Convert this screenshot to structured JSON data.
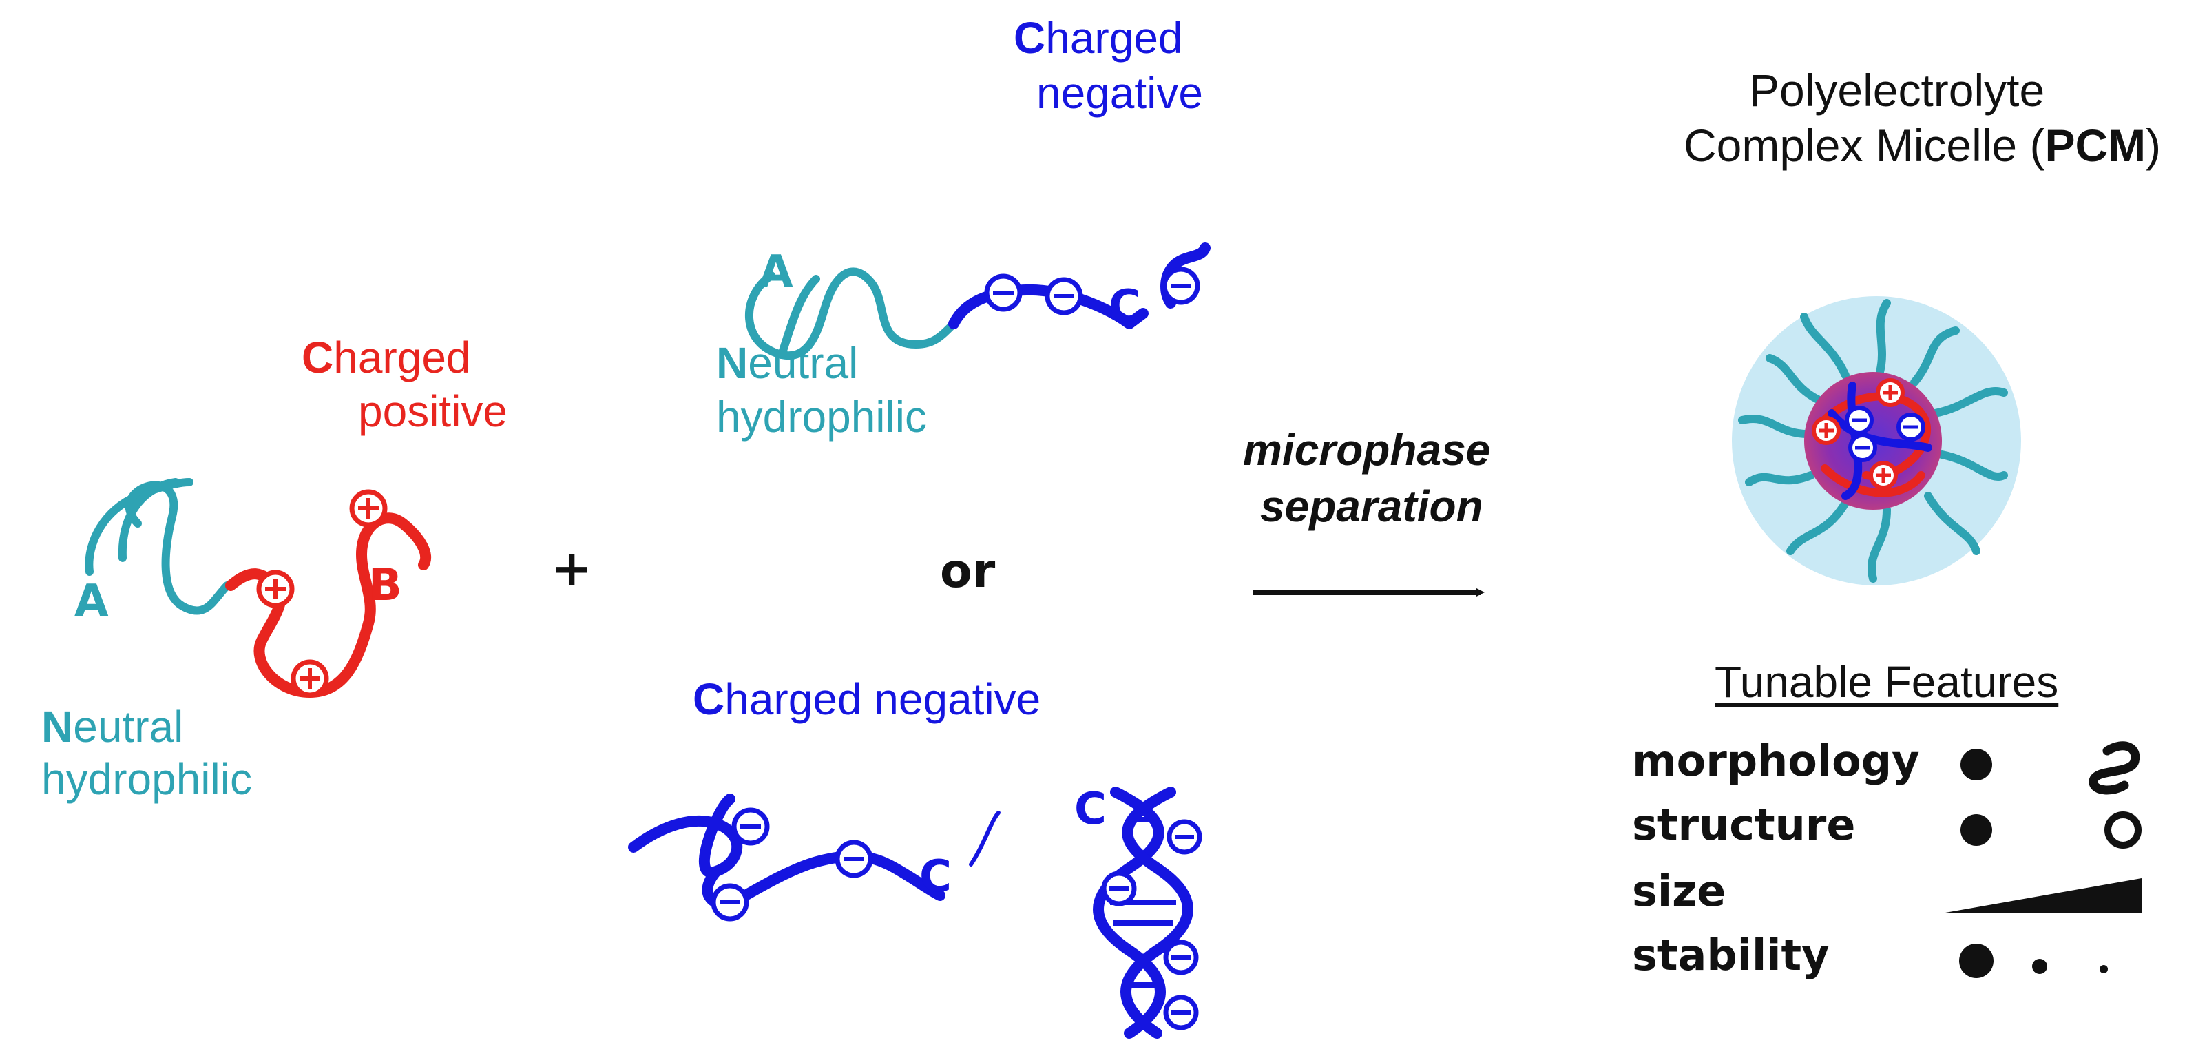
{
  "colors": {
    "neutral": "#2ea3b3",
    "positive": "#e8251f",
    "negative": "#1515e0",
    "text": "#111111",
    "micelle_shell": "#c9e9f5",
    "micelle_core": "#8a2fa8"
  },
  "left_polymer": {
    "block_a": "A",
    "block_b": "B",
    "charged_cap": "C",
    "charged_rest": "harged",
    "charged_line2": "positive",
    "neutral_cap": "N",
    "neutral_rest": "eutral",
    "neutral_line2": "hydrophilic"
  },
  "plus_sign": "+",
  "or_text": "or",
  "top_polymer": {
    "block_a": "A",
    "block_c": "C",
    "charged_cap": "C",
    "charged_rest": "harged",
    "charged_line2": "negative",
    "neutral_cap": "N",
    "neutral_rest": "eutral",
    "neutral_line2": "hydrophilic"
  },
  "bottom_polymer": {
    "charged_cap": "C",
    "charged_rest": "harged negative",
    "block_c1": "C",
    "block_c2": "C"
  },
  "arrow": {
    "line1": "microphase",
    "line2": "separation"
  },
  "product": {
    "title_line1": "Polyelectrolyte",
    "title_line2_pre": "Complex Micelle (",
    "title_line2_bold": "PCM",
    "title_line2_post": ")"
  },
  "features": {
    "heading": "Tunable Features",
    "items": [
      "morphology",
      "structure",
      "size",
      "stability"
    ]
  },
  "icons": {
    "positive_charge": "plus-circle-icon",
    "negative_charge": "minus-circle-icon",
    "dna": "dna-double-helix-icon",
    "micelle": "polyelectrolyte-complex-micelle-icon"
  }
}
